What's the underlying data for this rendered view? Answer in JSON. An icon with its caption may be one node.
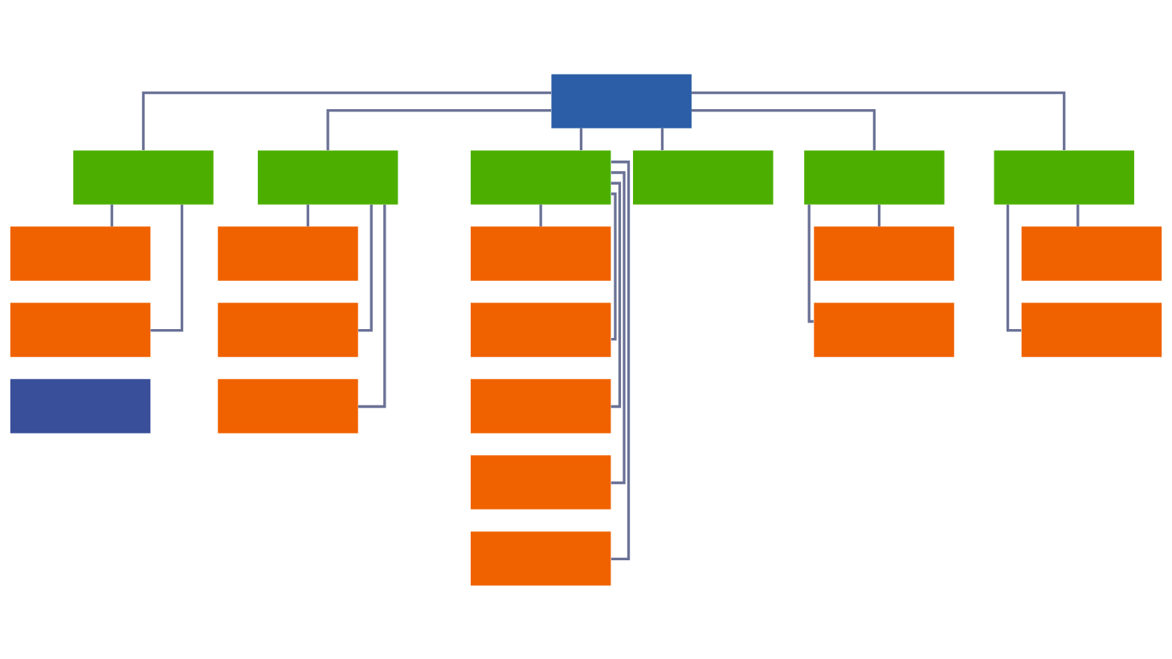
{
  "diagram": {
    "nodes": [
      {
        "text": [],
        "shape": "box"
      },
      {
        "text": [],
        "shape": "box"
      },
      {
        "text": [],
        "shape": "box"
      },
      {
        "text": [],
        "shape": "box"
      },
      {
        "text": [],
        "shape": "box"
      },
      {
        "text": [],
        "shape": "box"
      },
      {
        "text": [],
        "shape": "box"
      },
      {
        "text": [],
        "shape": "box"
      },
      {
        "text": [],
        "shape": "box"
      },
      {
        "text": [],
        "shape": "box"
      },
      {
        "text": [],
        "shape": "box"
      },
      {
        "text": [],
        "shape": "box"
      },
      {
        "text": [],
        "shape": "box"
      },
      {
        "text": [],
        "shape": "box"
      },
      {
        "text": [],
        "shape": "box"
      },
      {
        "text": [],
        "shape": "box"
      },
      {
        "text": [],
        "shape": "box"
      },
      {
        "text": [],
        "shape": "box"
      },
      {
        "text": [],
        "shape": "box"
      },
      {
        "text": [],
        "shape": "box"
      },
      {
        "text": [],
        "shape": "box"
      },
      {
        "text": [],
        "shape": "box"
      }
    ],
    "edges": [
      {
        "from": 0,
        "to": 1,
        "arrow": "none"
      },
      {
        "from": 0,
        "to": 2,
        "arrow": "none"
      },
      {
        "from": 0,
        "to": 3,
        "arrow": "none"
      },
      {
        "from": 0,
        "to": 4,
        "arrow": "none"
      },
      {
        "from": 0,
        "to": 5,
        "arrow": "none"
      },
      {
        "from": 0,
        "to": 6,
        "arrow": "none"
      },
      {
        "from": 1,
        "to": 7,
        "arrow": "none"
      },
      {
        "from": 1,
        "to": 8,
        "arrow": "none"
      },
      {
        "from": 2,
        "to": 9,
        "arrow": "none"
      },
      {
        "from": 2,
        "to": 10,
        "arrow": "none"
      },
      {
        "from": 2,
        "to": 11,
        "arrow": "none"
      },
      {
        "from": 3,
        "to": 12,
        "arrow": "none"
      },
      {
        "from": 3,
        "to": 13,
        "arrow": "none"
      },
      {
        "from": 3,
        "to": 14,
        "arrow": "none"
      },
      {
        "from": 3,
        "to": 15,
        "arrow": "none"
      },
      {
        "from": 3,
        "to": 16,
        "arrow": "none"
      },
      {
        "from": 5,
        "to": 17,
        "arrow": "none"
      },
      {
        "from": 5,
        "to": 18,
        "arrow": "none"
      },
      {
        "from": 6,
        "to": 19,
        "arrow": "none"
      },
      {
        "from": 6,
        "to": 20,
        "arrow": "none"
      }
    ]
  }
}
